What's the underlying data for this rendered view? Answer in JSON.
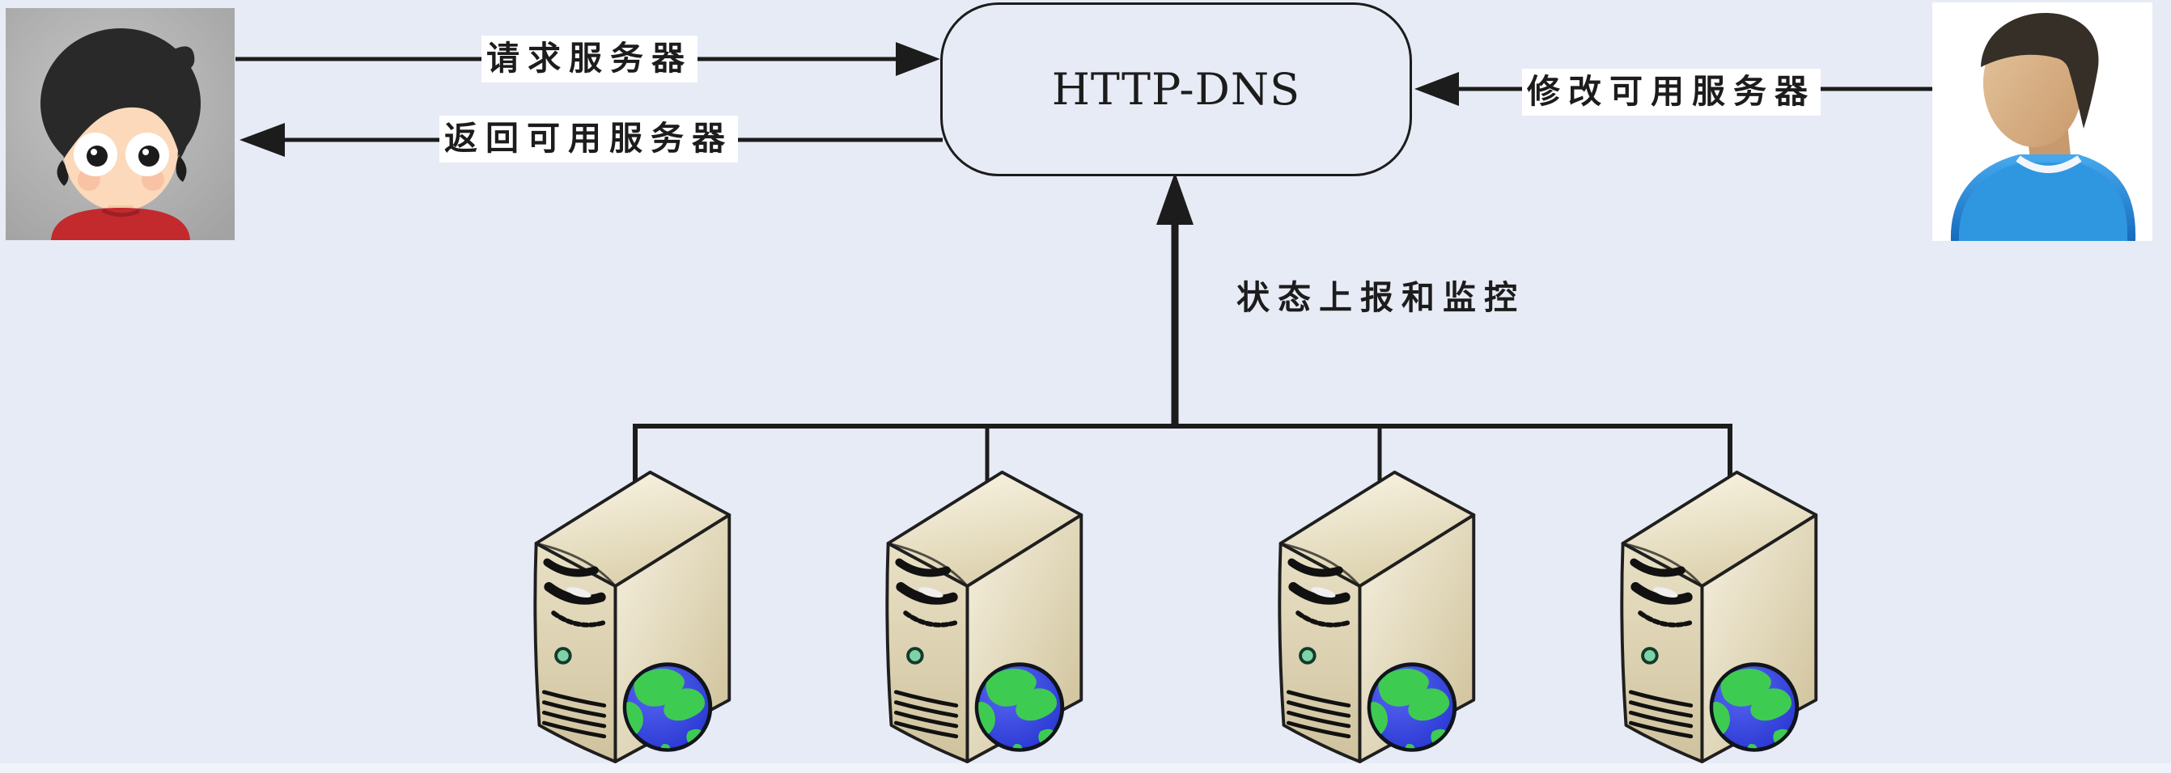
{
  "diagram": {
    "nodes": {
      "dns": {
        "label": "HTTP-DNS"
      },
      "user": {
        "icon": "child-user-avatar"
      },
      "admin": {
        "icon": "admin-user-avatar"
      },
      "servers": {
        "count": 4,
        "icon": "web-server-tower-with-globe"
      }
    },
    "edges": {
      "request": {
        "label": "请求服务器",
        "from": "user",
        "to": "dns"
      },
      "return": {
        "label": "返回可用服务器",
        "from": "dns",
        "to": "user"
      },
      "modify": {
        "label": "修改可用服务器",
        "from": "admin",
        "to": "dns"
      },
      "status": {
        "label": "状态上报和监控",
        "from": "servers",
        "to": "dns"
      }
    }
  },
  "colors": {
    "bg": "#e7ebf5",
    "strip": "#f0f3fa",
    "ink": "#1c1c1c",
    "label-bg": "#ffffff",
    "user-shirt": "#c22a2e",
    "admin-shirt": "#2f97e0",
    "avatar-bg": "#b3b3b3",
    "server-beige": "#e9e1c6",
    "globe-ocean": "#2e3cd8",
    "globe-land": "#3ecb52",
    "led-green": "#7dd3a8"
  }
}
